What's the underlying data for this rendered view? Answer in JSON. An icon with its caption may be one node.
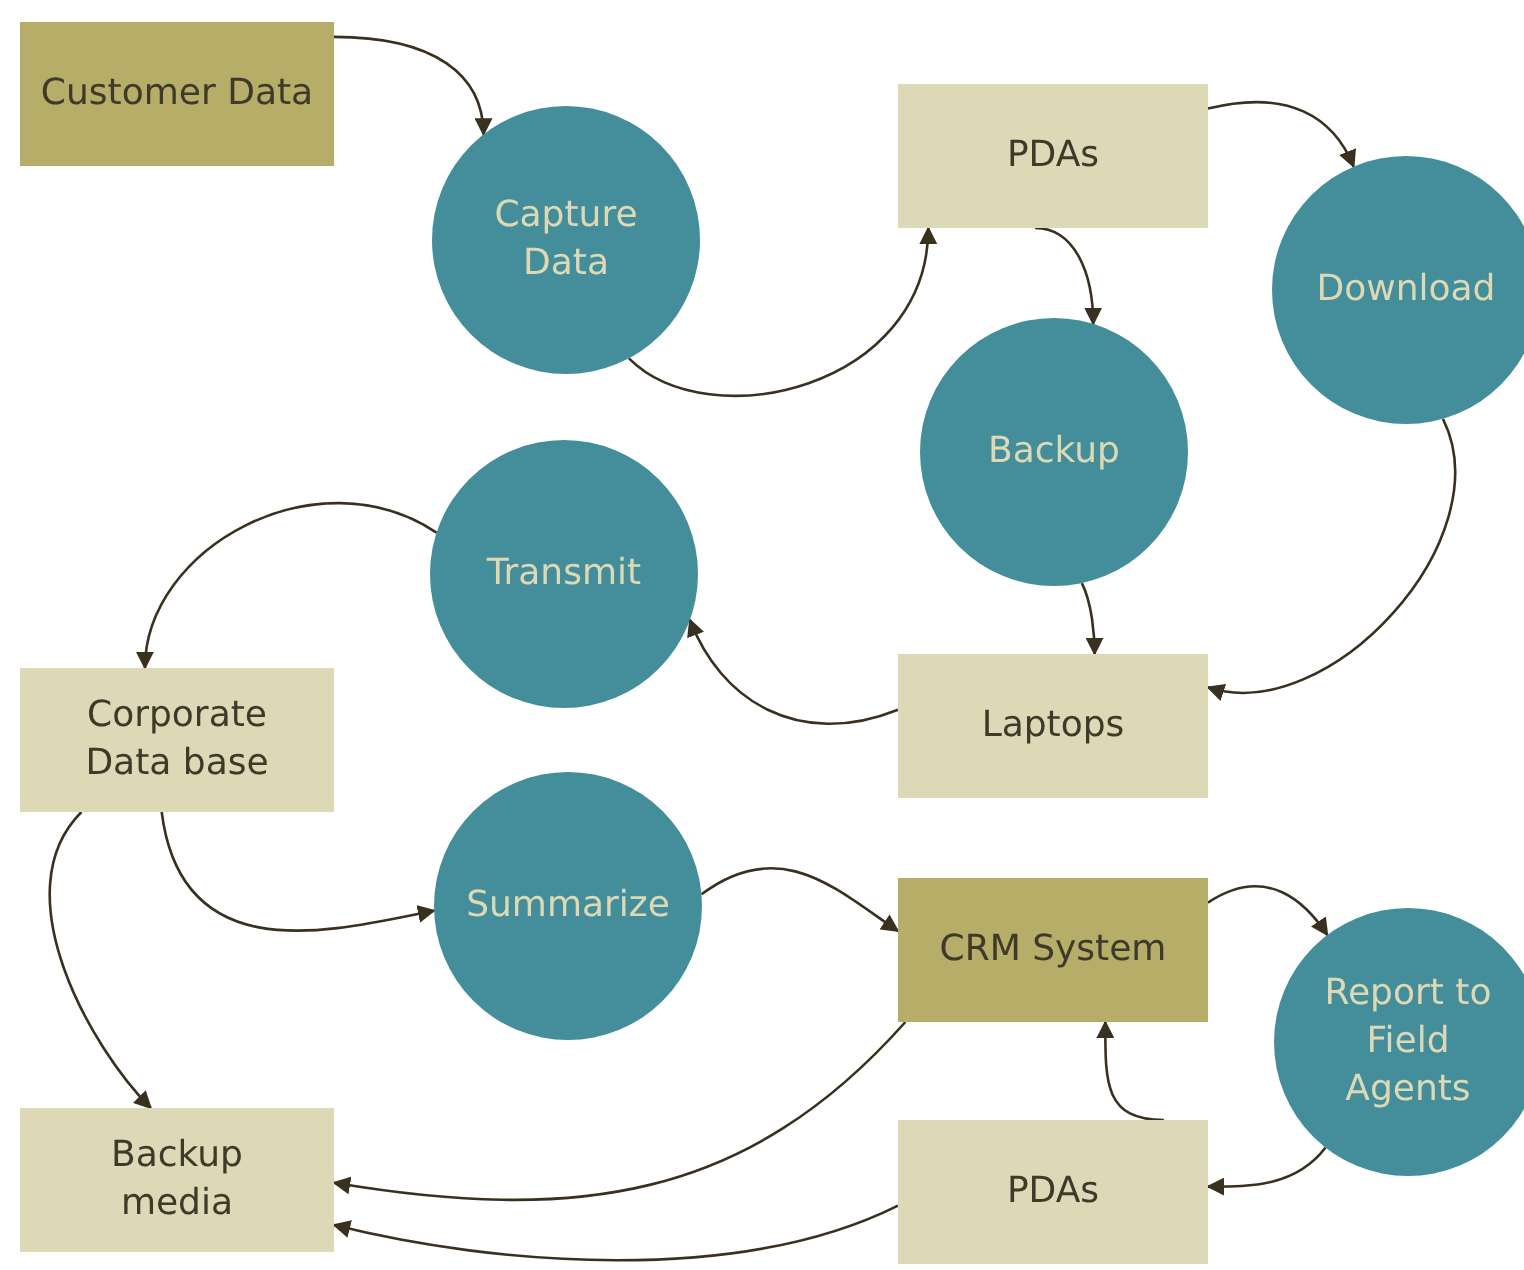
{
  "diagram": {
    "nodes": [
      {
        "text": [
          "Customer Data"
        ]
      },
      {
        "text": [
          "Capture Data"
        ]
      },
      {
        "text": [
          "PDAs"
        ]
      },
      {
        "text": [
          "Download"
        ]
      },
      {
        "text": [
          "Backup"
        ]
      },
      {
        "text": [
          "Transmit"
        ]
      },
      {
        "text": [
          "Corporate Data base"
        ]
      },
      {
        "text": [
          "Laptops"
        ]
      },
      {
        "text": [
          "Summarize"
        ]
      },
      {
        "text": [
          "CRM System"
        ]
      },
      {
        "text": [
          "Report to Field Agents"
        ]
      },
      {
        "text": [
          "Backup media"
        ]
      },
      {
        "text": [
          "PDAs"
        ]
      }
    ],
    "edges": [
      {
        "from": 0,
        "to": 1,
        "arrow": "to"
      },
      {
        "from": 1,
        "to": 2,
        "arrow": "to"
      },
      {
        "from": 2,
        "to": 3,
        "arrow": "to"
      },
      {
        "from": 2,
        "to": 4,
        "arrow": "to"
      },
      {
        "from": 4,
        "to": 7,
        "arrow": "to"
      },
      {
        "from": 3,
        "to": 7,
        "arrow": "to"
      },
      {
        "from": 7,
        "to": 5,
        "arrow": "to"
      },
      {
        "from": 5,
        "to": 6,
        "arrow": "to"
      },
      {
        "from": 6,
        "to": 8,
        "arrow": "to"
      },
      {
        "from": 6,
        "to": 11,
        "arrow": "to"
      },
      {
        "from": 8,
        "to": 9,
        "arrow": "to"
      },
      {
        "from": 9,
        "to": 10,
        "arrow": "to"
      },
      {
        "from": 10,
        "to": 12,
        "arrow": "to"
      },
      {
        "from": 12,
        "to": 9,
        "arrow": "to"
      },
      {
        "from": 9,
        "to": 11,
        "arrow": "to"
      },
      {
        "from": 12,
        "to": 11,
        "arrow": "to"
      }
    ]
  }
}
